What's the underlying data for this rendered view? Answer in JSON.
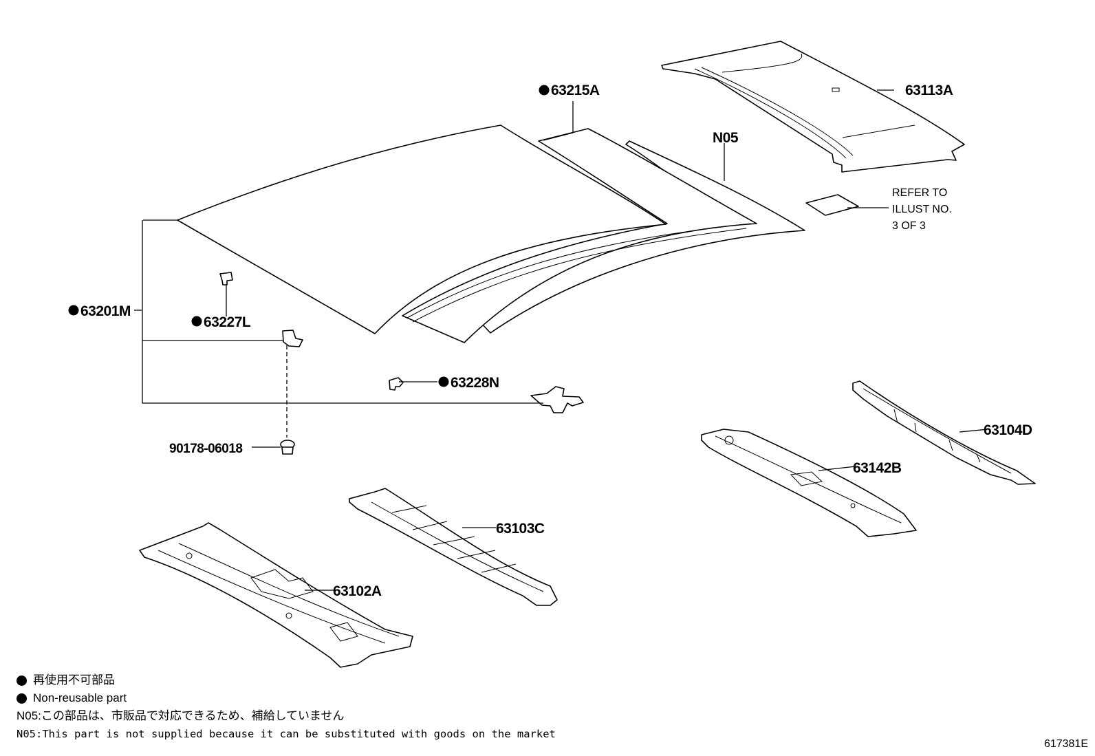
{
  "labels": {
    "p63215A": "63215A",
    "p63113A": "63113A",
    "pN05": "N05",
    "refer_line1": "REFER TO",
    "refer_line2": "ILLUST NO.",
    "refer_line3": "3 OF 3",
    "p63201M": "63201M",
    "p63227L": "63227L",
    "p63228N": "63228N",
    "p90178": "90178-06018",
    "p63104D": "63104D",
    "p63142B": "63142B",
    "p63103C": "63103C",
    "p63102A": "63102A"
  },
  "legend": {
    "jp_nonreusable": "再使用不可部品",
    "en_nonreusable": "Non-reusable part",
    "jp_n05": "N05:この部品は、市販品で対応できるため、補給していません",
    "en_n05": "N05:This part is not supplied because it can be substituted with goods on the market"
  },
  "diagram_number": "617381E",
  "colors": {
    "line": "#000000",
    "background": "#ffffff"
  },
  "icons": {
    "non_reusable_marker": "filled-circle"
  }
}
